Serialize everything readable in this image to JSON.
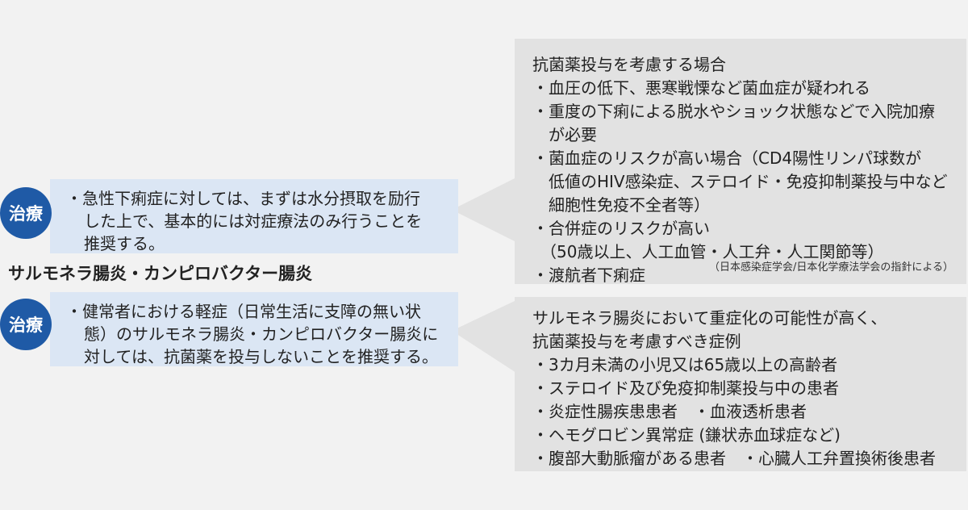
{
  "treatment_badge": "治療",
  "section_heading": "サルモネラ腸炎・カンピロバクター腸炎",
  "bullet_mark": "・",
  "box1_lines": [
    "・急性下痢症に対しては、まずは水分摂取を励行",
    "した上で、基本的には対症療法のみ行うことを",
    "推奨する。"
  ],
  "box2_lines": [
    "・健常者における軽症（日常生活に支障の無い状",
    "態）のサルモネラ腸炎・カンピロバクター腸炎に",
    "対しては、抗菌薬を投与しないことを推奨する。"
  ],
  "grey1": {
    "lines": [
      "抗菌薬投与を考慮する場合",
      "・血圧の低下、悪寒戦慄など菌血症が疑われる",
      "・重度の下痢による脱水やショック状態などで入院加療",
      "　が必要",
      "・菌血症のリスクが高い場合（CD4陽性リンパ球数が",
      "　低値のHIV感染症、ステロイド・免疫抑制薬投与中など",
      "　細胞性免疫不全者等）",
      "・合併症のリスクが高い",
      "　（50歳以上、人工血管・人工弁・人工関節等）",
      "・渡航者下痢症"
    ],
    "citation": "（日本感染症学会/日本化学療法学会の指針による）"
  },
  "grey2": {
    "lines": [
      "サルモネラ腸炎において重症化の可能性が高く、",
      "抗菌薬投与を考慮すべき症例",
      "・3カ月未満の小児又は65歳以上の高齢者",
      "・ステロイド及び免疫抑制薬投与中の患者",
      "・炎症性腸疾患患者　・血液透析患者",
      "・ヘモグロビン異常症 (鎌状赤血球症など)",
      "・腹部大動脈瘤がある患者　・心臓人工弁置換術後患者"
    ]
  },
  "colors": {
    "badge": "#1f5aa6",
    "blue_box": "#dbe6f4",
    "grey_box": "#e2e2e2",
    "background": "#f2f2f2"
  }
}
